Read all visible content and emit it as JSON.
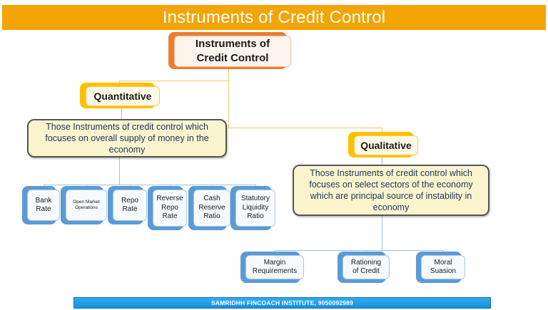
{
  "banner": {
    "title": "Instruments of Credit Control"
  },
  "root": {
    "label": "Instruments of\nCredit Control"
  },
  "branches": [
    {
      "label": "Quantitative",
      "description": "Those Instruments of credit control which focuses on overall supply of money in the economy",
      "children": [
        "Bank\nRate",
        "Open Market\nOperations",
        "Repo\nRate",
        "Reverse\nRepo\nRate",
        "Cash\nReserve\nRatio",
        "Statutory\nLiquidity\nRatio"
      ]
    },
    {
      "label": "Qualitative",
      "description": "Those Instruments of credit control which focuses on select sectors of the economy which are principal source of instability in economy",
      "children": [
        "Margin\nRequirements",
        "Rationing\nof Credit",
        "Moral\nSuasion"
      ]
    }
  ],
  "footer": {
    "text": "SAMRIDHH FINCOACH INSTITUTE, 9050092989"
  },
  "colors": {
    "banner_gold": "#F2A504",
    "root_accent_orange": "#ED7D31",
    "branch_accent_gold": "#FFC000",
    "leaf_accent_blue": "#5B9BD5",
    "description_fill": "#FBF5CD",
    "description_text_navy": "#1F3864",
    "footer_blue": "#1C9CEA"
  }
}
